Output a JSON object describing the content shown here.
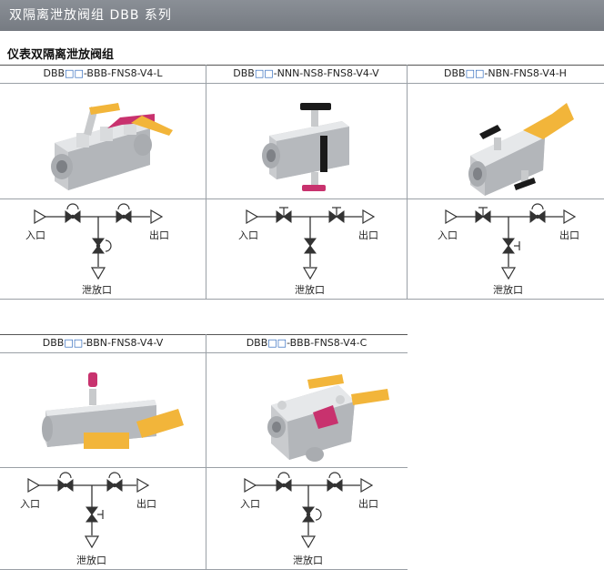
{
  "header": {
    "title": "双隔离泄放阀组  DBB 系列"
  },
  "section": {
    "title": "仪表双隔离泄放阀组"
  },
  "diagram_labels": {
    "inlet": "入口",
    "outlet": "出口",
    "drain": "泄放口"
  },
  "placeholder_box": "□□",
  "products": [
    {
      "prefix": "DBB",
      "suffix": "-BBB-FNS8-V4-L"
    },
    {
      "prefix": "DBB",
      "suffix": "-NNN-NS8-FNS8-V4-V"
    },
    {
      "prefix": "DBB",
      "suffix": "-NBN-FNS8-V4-H"
    },
    {
      "prefix": "DBB",
      "suffix": "-BBN-FNS8-V4-V"
    },
    {
      "prefix": "DBB",
      "suffix": "-BBB-FNS8-V4-C"
    }
  ],
  "colors": {
    "banner": "#7d8289",
    "handle_yellow": "#f2b53a",
    "handle_pink": "#c8326e",
    "handle_black": "#1a1a1a",
    "body_grey": "#d6d8da"
  }
}
